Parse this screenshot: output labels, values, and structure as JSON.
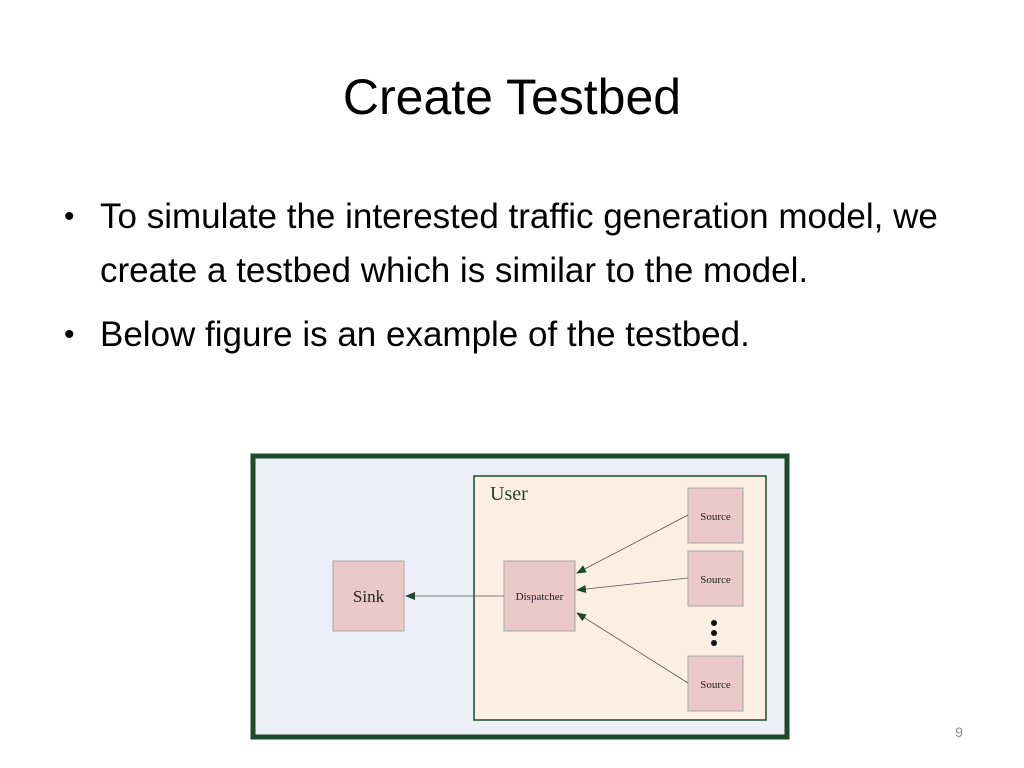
{
  "slide": {
    "title": "Create Testbed",
    "bullets": [
      "To simulate the interested traffic generation model, we create a testbed which is similar to the model.",
      "Below figure is an example of the testbed."
    ],
    "page_number": "9"
  },
  "diagram": {
    "user_label": "User",
    "sink_label": "Sink",
    "dispatcher_label": "Dispatcher",
    "sources": [
      "Source",
      "Source",
      "Source"
    ],
    "ellipsis": "⋮"
  },
  "colors": {
    "frame_border": "#1c4a2b",
    "frame_fill": "#eceff5",
    "user_fill": "#fbefe4",
    "node_fill": "#ecc9c9",
    "node_border": "#a8a8a8",
    "arrow": "#555555"
  }
}
